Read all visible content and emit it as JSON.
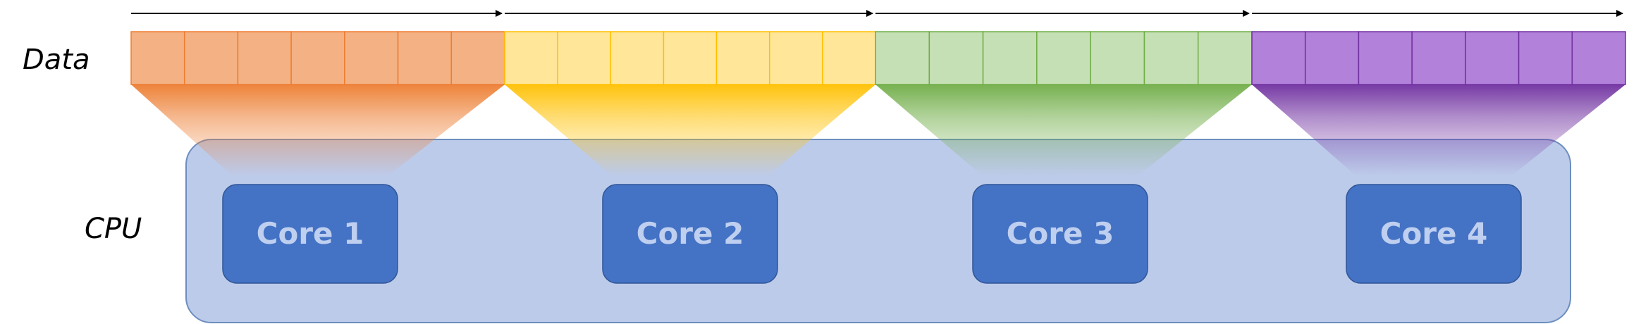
{
  "labels": {
    "data_row": "Data",
    "cpu_row": "CPU"
  },
  "cells_per_chunk": 7,
  "chunks": [
    {
      "fill": "#f4b183",
      "stroke": "#ed7d31",
      "beam": "#ed7d31"
    },
    {
      "fill": "#ffe699",
      "stroke": "#ffc000",
      "beam": "#ffc000"
    },
    {
      "fill": "#c5e0b4",
      "stroke": "#70ad47",
      "beam": "#70ad47"
    },
    {
      "fill": "#b281d9",
      "stroke": "#7030a0",
      "beam": "#7030a0"
    }
  ],
  "cpu": {
    "fill": "#bdcbea",
    "stroke": "#6c8ebf",
    "cores": [
      {
        "label": "Core 1"
      },
      {
        "label": "Core 2"
      },
      {
        "label": "Core 3"
      },
      {
        "label": "Core 4"
      }
    ],
    "core_fill": "#4472c4",
    "core_stroke": "#2f5597"
  }
}
